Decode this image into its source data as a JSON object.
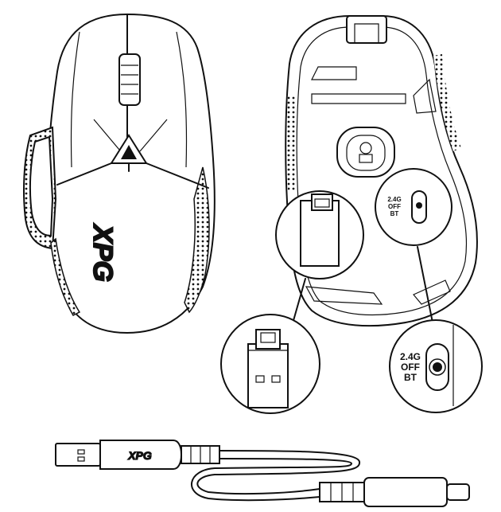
{
  "switch_labels_small": [
    "2.4G",
    "OFF",
    "BT"
  ],
  "switch_labels_large": [
    "2.4G",
    "OFF",
    "BT"
  ],
  "brand_logo_text": "XPG",
  "colors": {
    "line": "#111111",
    "background": "#ffffff"
  },
  "icons": [
    "mouse-top-view",
    "mouse-bottom-view",
    "usb-receiver",
    "usb-cable",
    "mode-switch"
  ]
}
